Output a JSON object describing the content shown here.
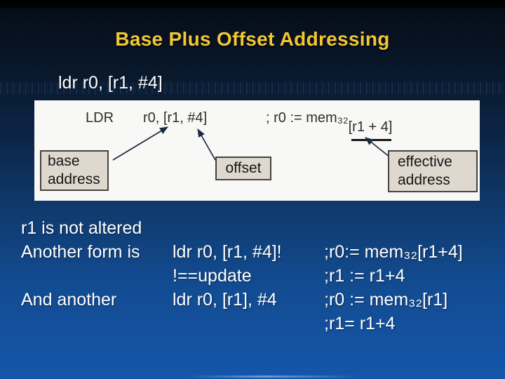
{
  "slide": {
    "title": "Base Plus Offset Addressing",
    "intro_code": "ldr r0, [r1, #4]"
  },
  "diagram": {
    "mnemonic": "LDR",
    "operands": "r0, [r1, #4]",
    "comment_prefix": "; r0 := mem₃₂ ",
    "comment_effective_address": "[r1 + 4]",
    "label_base": "base address",
    "label_offset": "offset",
    "label_effective": "effective address"
  },
  "notes": {
    "rows": [
      {
        "left": "r1 is not altered",
        "code": "",
        "comment": ""
      },
      {
        "left": "Another form is",
        "code": "ldr r0, [r1, #4]!",
        "comment": ";r0:= mem₃₂[r1+4]"
      },
      {
        "left": "",
        "code": "!==update",
        "comment": ";r1 := r1+4"
      },
      {
        "left": "And another",
        "code": "ldr r0, [r1], #4",
        "comment": ";r0 := mem₃₂[r1]"
      },
      {
        "left": "",
        "code": "",
        "comment": ";r1= r1+4"
      }
    ]
  },
  "colors": {
    "title_accent": "#f3c633",
    "background_top": "#010409",
    "background_bottom": "#1556aa",
    "diagram_panel": "#f8f8f6",
    "label_box_fill": "#ded8cf",
    "body_text": "#ffffff"
  }
}
